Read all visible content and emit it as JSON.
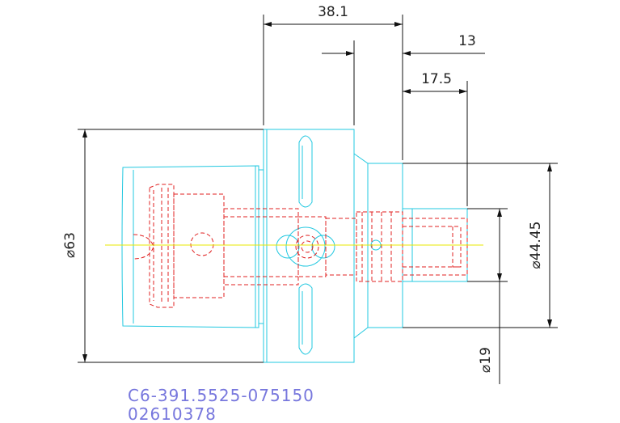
{
  "dimensions": {
    "d38_1": "38.1",
    "d13": "13",
    "d17_5": "17.5",
    "d63": "⌀63",
    "d44_45": "⌀44.45",
    "d19": "⌀19"
  },
  "part": {
    "number": "C6-391.5525-075150",
    "code": "02610378"
  },
  "colors": {
    "outline": "#22c8e0",
    "hidden": "#e02020",
    "centerline": "#e8e800",
    "dimension": "#111111",
    "text": "#7777dd"
  }
}
